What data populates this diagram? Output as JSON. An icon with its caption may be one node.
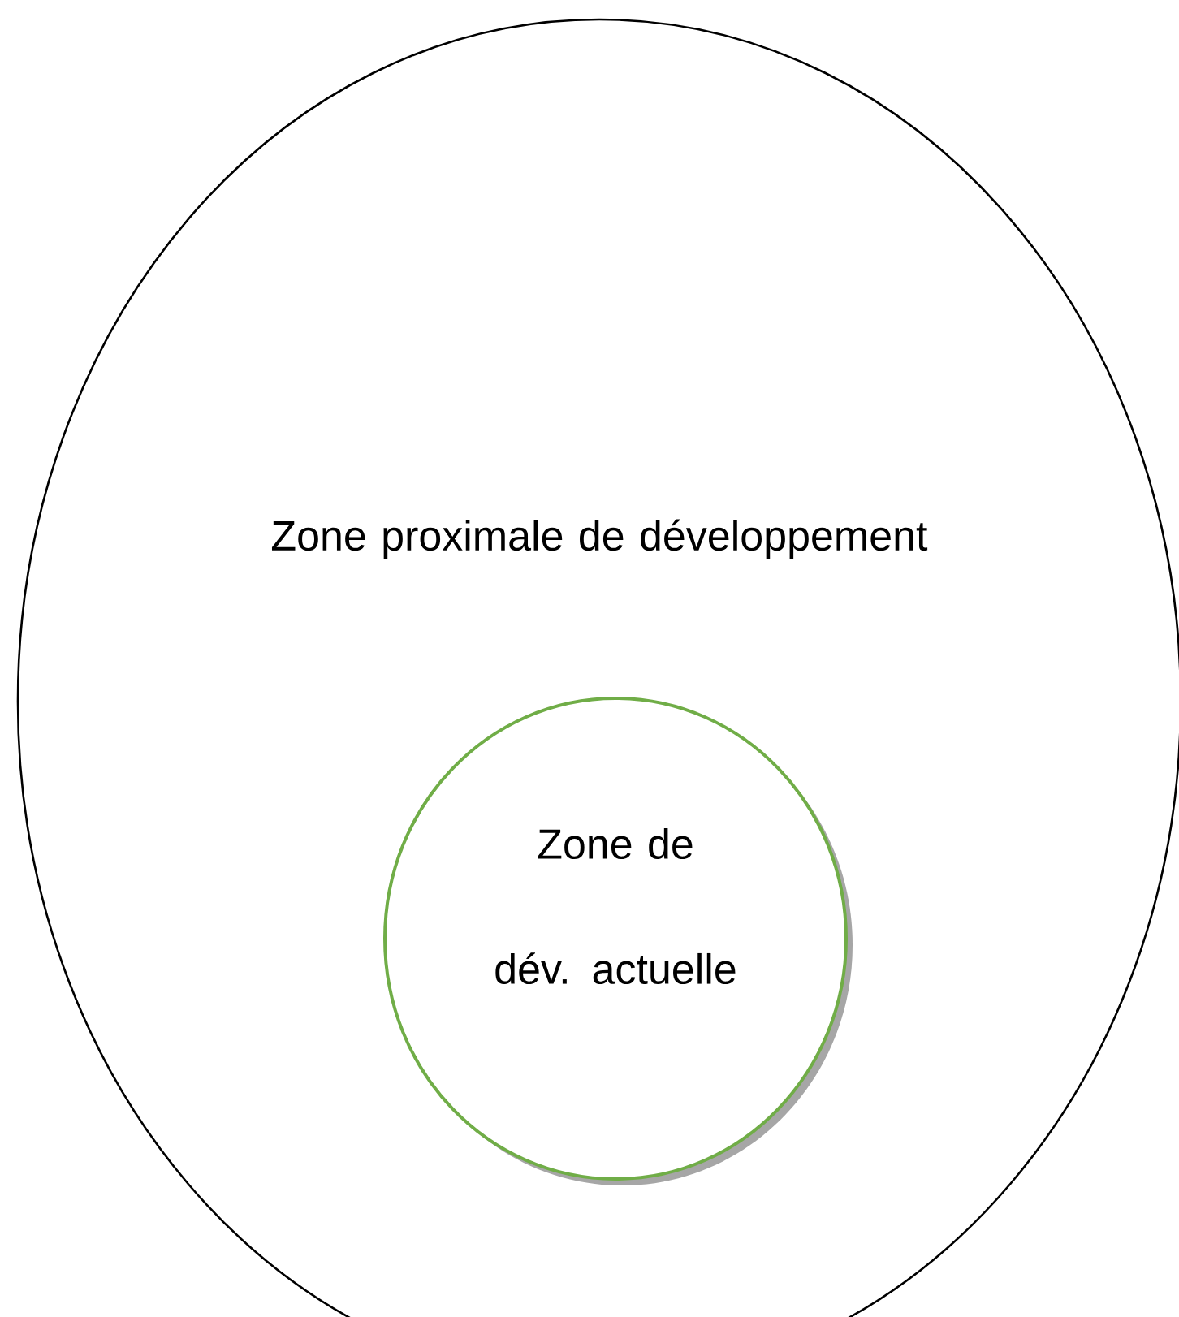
{
  "diagram": {
    "nodes": [
      {
        "text": [
          "Zone proximale de développement"
        ]
      },
      {
        "text": [
          "Zone de dév. actuelle"
        ],
        "in": 0
      }
    ]
  }
}
